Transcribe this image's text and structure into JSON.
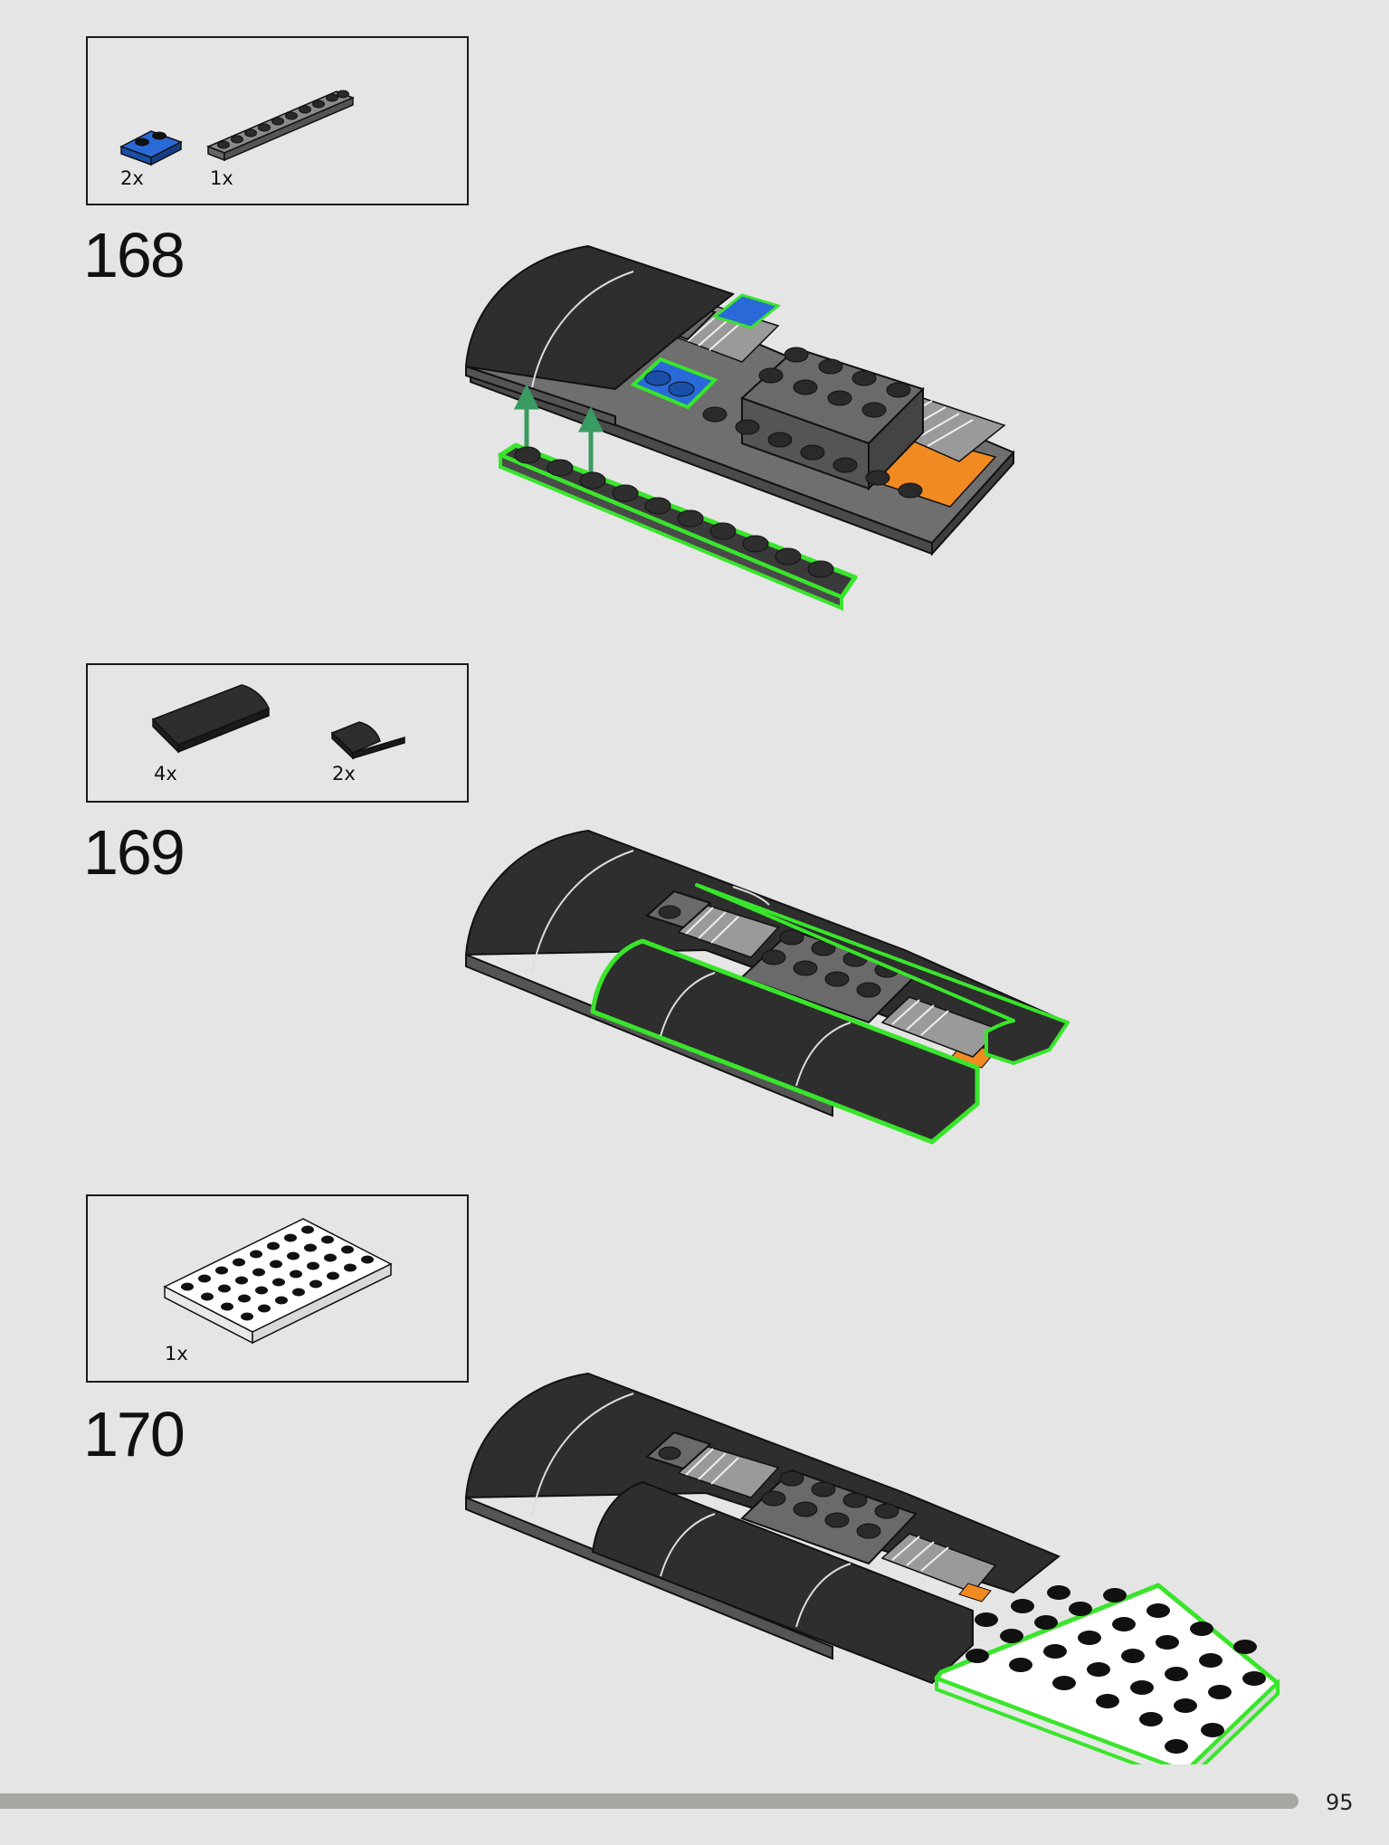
{
  "page": {
    "number": "95"
  },
  "steps": [
    {
      "number": "168",
      "parts": [
        {
          "qty": "2x",
          "part": "blue-1x2-plate"
        },
        {
          "qty": "1x",
          "part": "dark-grey-1x10-plate"
        }
      ]
    },
    {
      "number": "169",
      "parts": [
        {
          "qty": "4x",
          "part": "black-curved-slope-large"
        },
        {
          "qty": "2x",
          "part": "black-curved-slope-small"
        }
      ]
    },
    {
      "number": "170",
      "parts": [
        {
          "qty": "1x",
          "part": "white-4x8-plate"
        }
      ]
    }
  ],
  "colors": {
    "background": "#e5e5e5",
    "highlight_outline": "#39e52b",
    "arrow": "#3a9b62",
    "black_brick": "#2d2d2d",
    "dark_grey": "#5a5a5a",
    "blue": "#1f5fc4",
    "orange": "#f28a22",
    "white": "#ffffff"
  }
}
